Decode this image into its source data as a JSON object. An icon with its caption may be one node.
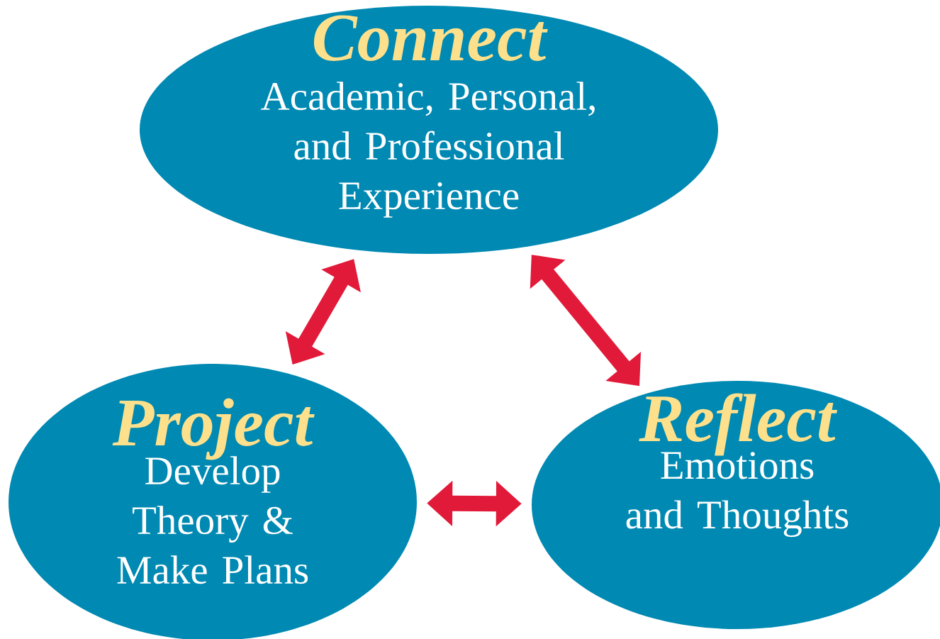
{
  "diagram": {
    "nodes": [
      {
        "text": [
          "Connect",
          "Academic, Personal, and Professional Experience"
        ]
      },
      {
        "text": [
          "Project",
          "Develop Theory & Make Plans"
        ]
      },
      {
        "text": [
          "Reflect",
          "Emotions and Thoughts"
        ]
      }
    ],
    "edges": [
      {
        "from": 0,
        "to": 1,
        "arrow": "both"
      },
      {
        "from": 0,
        "to": 2,
        "arrow": "both"
      },
      {
        "from": 1,
        "to": 2,
        "arrow": "both"
      }
    ]
  }
}
